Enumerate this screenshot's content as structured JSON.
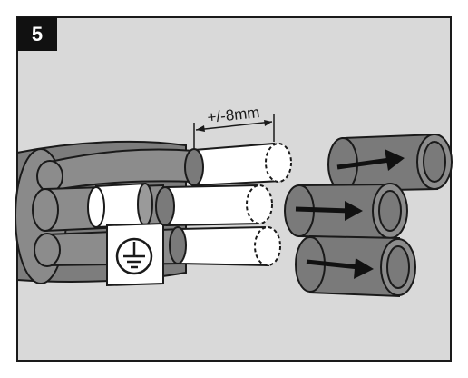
{
  "step": {
    "number": "5"
  },
  "dimension": {
    "label": "+/-8mm"
  },
  "icons": {
    "ground": "protective-earth-symbol",
    "arrow": "right-arrow"
  },
  "colors": {
    "panel": "#d9d9d9",
    "border": "#1a1a1a",
    "cable": "#8a8a8a",
    "sleeve": "#7a7a7a",
    "insulation": "#ffffff"
  }
}
